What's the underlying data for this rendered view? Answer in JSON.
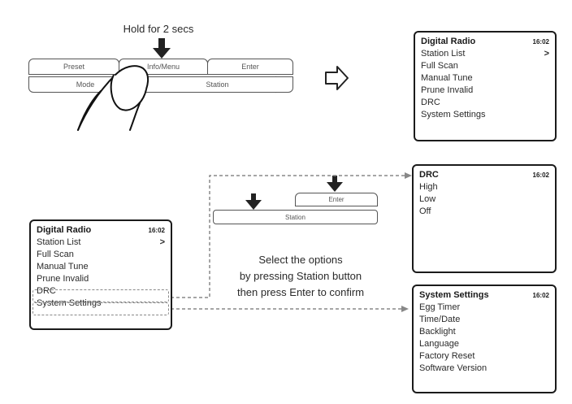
{
  "instructions": {
    "hold": "Hold for 2 secs",
    "select_line1": "Select the options",
    "select_line2": "by pressing Station button",
    "select_line3": "then press Enter to confirm"
  },
  "top_panel": {
    "preset": "Preset",
    "info_menu": "Info/Menu",
    "enter": "Enter",
    "mode": "Mode",
    "station": "Station"
  },
  "small_panel": {
    "enter": "Enter",
    "station": "Station"
  },
  "main_menu_top": {
    "title": "Digital Radio",
    "time": "16:02",
    "items": [
      {
        "label": "Station List",
        "chevron": ">"
      },
      {
        "label": "Full Scan",
        "chevron": ""
      },
      {
        "label": "Manual Tune",
        "chevron": ""
      },
      {
        "label": "Prune Invalid",
        "chevron": ""
      },
      {
        "label": "DRC",
        "chevron": ""
      },
      {
        "label": "System Settings",
        "chevron": ""
      }
    ]
  },
  "main_menu_bottom": {
    "title": "Digital Radio",
    "time": "16:02",
    "items": [
      {
        "label": "Station List",
        "chevron": ">"
      },
      {
        "label": "Full Scan",
        "chevron": ""
      },
      {
        "label": "Manual Tune",
        "chevron": ""
      },
      {
        "label": "Prune Invalid",
        "chevron": ""
      },
      {
        "label": "DRC",
        "chevron": ""
      },
      {
        "label": "System Settings",
        "chevron": ""
      }
    ]
  },
  "drc_menu": {
    "title": "DRC",
    "time": "16:02",
    "items": [
      {
        "label": "High"
      },
      {
        "label": "Low"
      },
      {
        "label": "Off"
      }
    ]
  },
  "system_menu": {
    "title": "System Settings",
    "time": "16:02",
    "items": [
      {
        "label": "Egg Timer"
      },
      {
        "label": "Time/Date"
      },
      {
        "label": "Backlight"
      },
      {
        "label": "Language"
      },
      {
        "label": "Factory Reset"
      },
      {
        "label": "Software Version"
      }
    ]
  },
  "colors": {
    "ink": "#1b1b1b",
    "dash": "#888888",
    "panel": "#555555"
  },
  "icons": [
    "down-arrow-icon",
    "right-arrow-outline-icon",
    "finger-icon",
    "left-arrow-icon",
    "right-arrow-icon"
  ]
}
